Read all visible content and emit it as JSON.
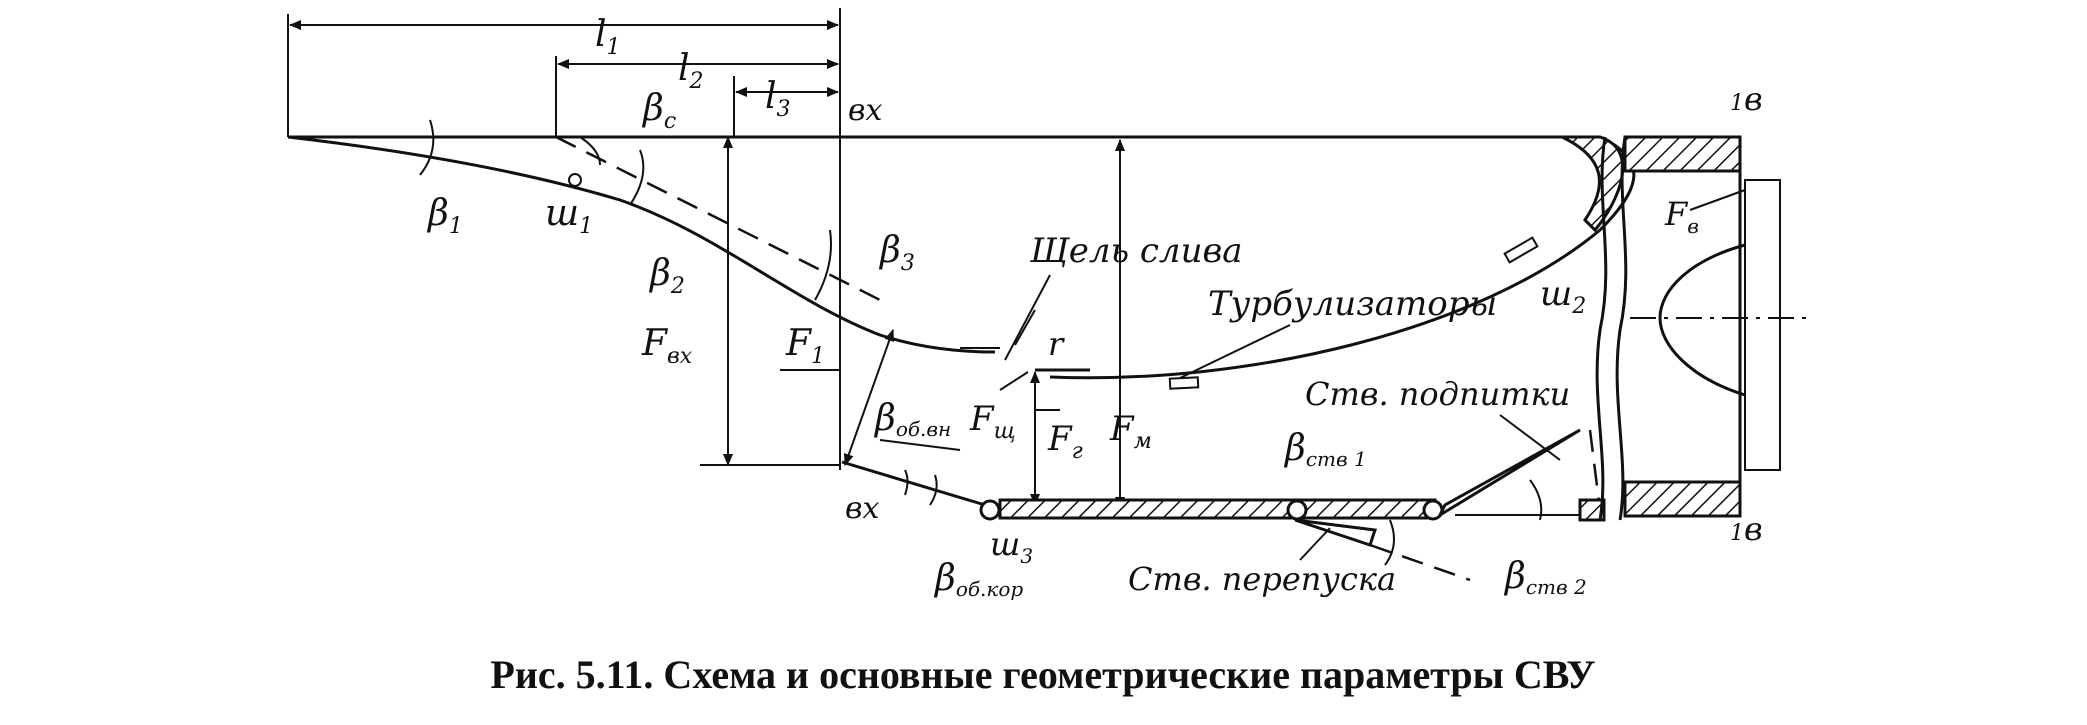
{
  "labels": {
    "l1": "l",
    "l1_sub": "1",
    "l2": "l",
    "l2_sub": "2",
    "l3": "l",
    "l3_sub": "3",
    "vx_top": "вх",
    "vx_bottom": "вх",
    "beta_c": "β",
    "beta_c_sub": "c",
    "beta_1": "β",
    "beta_1_sub": "1",
    "beta_2": "β",
    "beta_2_sub": "2",
    "beta_3": "β",
    "beta_3_sub": "3",
    "sh_1": "ш",
    "sh_1_sub": "1",
    "sh_2": "ш",
    "sh_2_sub": "2",
    "sh_3": "ш",
    "sh_3_sub": "3",
    "F_vx": "F",
    "F_vx_sub": "вх",
    "F_1": "F",
    "F_1_sub": "1",
    "F_sh": "F",
    "F_sh_sub": "щ",
    "F_r": "F",
    "F_r_sub": "г",
    "F_m": "F",
    "F_m_sub": "м",
    "F_v": "F",
    "F_v_sub": "в",
    "r": "r",
    "beta_ob_vn": "β",
    "beta_ob_vn_sub": "об.вн",
    "beta_ob_kor": "β",
    "beta_ob_kor_sub": "об.кор",
    "beta_stv1": "β",
    "beta_stv1_sub": "ств 1",
    "beta_stv2": "β",
    "beta_stv2_sub": "ств 2",
    "slot": "Щель слива",
    "turbulizers": "Турбулизаторы",
    "makeup_flap": "Ств. подпитки",
    "bypass_flap": "Ств. перепуска",
    "section_top_num": "1",
    "section_top": "в",
    "section_bottom_num": "1",
    "section_bottom": "в"
  },
  "caption": "Рис. 5.11. Схема и основные геометрические параметры СВУ"
}
